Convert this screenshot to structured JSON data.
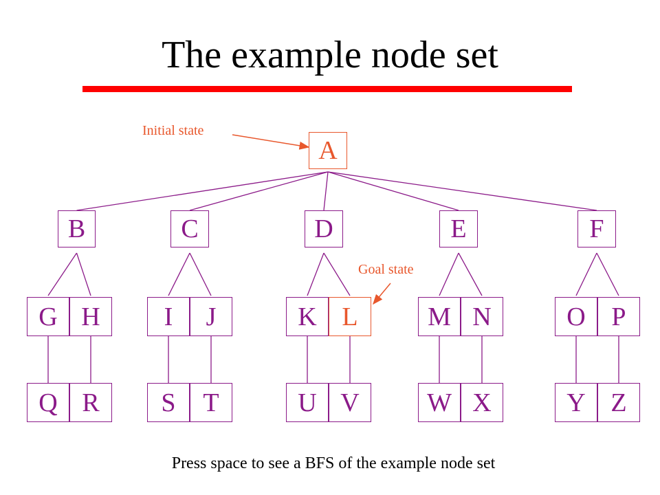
{
  "title": "The example node set",
  "nodes": {
    "A": "A",
    "B": "B",
    "C": "C",
    "D": "D",
    "E": "E",
    "F": "F",
    "G": "G",
    "H": "H",
    "I": "I",
    "J": "J",
    "K": "K",
    "L": "L",
    "M": "M",
    "N": "N",
    "O": "O",
    "P": "P",
    "Q": "Q",
    "R": "R",
    "S": "S",
    "T": "T",
    "U": "U",
    "V": "V",
    "W": "W",
    "X": "X",
    "Y": "Y",
    "Z": "Z"
  },
  "edges": [
    [
      "A",
      "B"
    ],
    [
      "A",
      "C"
    ],
    [
      "A",
      "D"
    ],
    [
      "A",
      "E"
    ],
    [
      "A",
      "F"
    ],
    [
      "B",
      "G"
    ],
    [
      "B",
      "H"
    ],
    [
      "C",
      "I"
    ],
    [
      "C",
      "J"
    ],
    [
      "D",
      "K"
    ],
    [
      "D",
      "L"
    ],
    [
      "E",
      "M"
    ],
    [
      "E",
      "N"
    ],
    [
      "F",
      "O"
    ],
    [
      "F",
      "P"
    ],
    [
      "G",
      "Q"
    ],
    [
      "H",
      "R"
    ],
    [
      "I",
      "S"
    ],
    [
      "J",
      "T"
    ],
    [
      "K",
      "U"
    ],
    [
      "L",
      "V"
    ],
    [
      "M",
      "W"
    ],
    [
      "N",
      "X"
    ],
    [
      "O",
      "Y"
    ],
    [
      "P",
      "Z"
    ]
  ],
  "annotations": {
    "initial_state": "Initial state",
    "goal_state": "Goal state"
  },
  "colors": {
    "node": "#8b1a89",
    "highlight": "#e8572c",
    "title_rule": "#ff0000"
  },
  "footer": "Press space to see a BFS of the example node set"
}
